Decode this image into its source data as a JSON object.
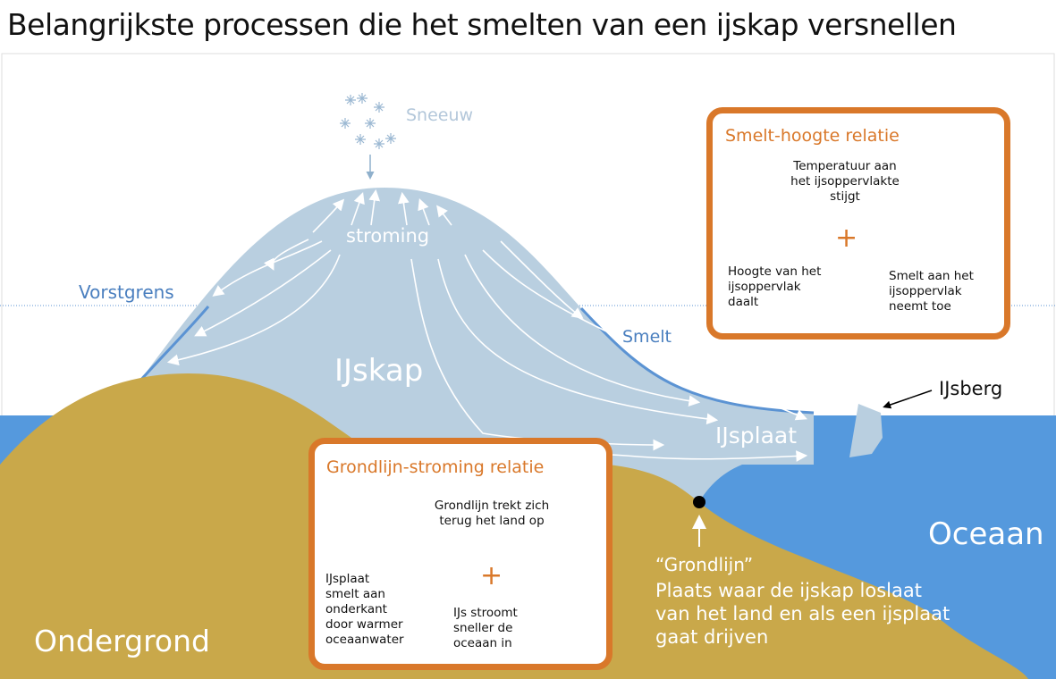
{
  "title": "Belangrijkste processen die het smelten van een ijskap versnellen",
  "labels": {
    "snow": "Sneeuw",
    "flow": "stroming",
    "frost_line": "Vorstgrens",
    "melt": "Smelt",
    "ice_sheet": "IJskap",
    "ice_shelf": "IJsplaat",
    "iceberg": "IJsberg",
    "ocean": "Oceaan",
    "ground": "Ondergrond",
    "grounding_line": "“Grondlijn”",
    "grounding_desc": [
      "Plaats waar de ijskap loslaat",
      "van het land en als een ijsplaat",
      "gaat drijven"
    ]
  },
  "melt_height_box": {
    "title": "Smelt-hoogte  relatie",
    "top": [
      "Temperatuur aan",
      "het ijsoppervlakte",
      "stijgt"
    ],
    "right": [
      "Smelt aan het",
      "ijsoppervlak",
      "neemt toe"
    ],
    "left": [
      "Hoogte van het",
      "ijsoppervlak",
      "daalt"
    ],
    "sign": "+"
  },
  "grounding_flow_box": {
    "title": "Grondlijn-stroming  relatie",
    "top": [
      "Grondlijn trekt zich",
      "terug het land op"
    ],
    "right": [
      "IJs stroomt",
      "sneller de",
      "oceaan in"
    ],
    "left": [
      "IJsplaat",
      "smelt aan",
      "onderkant",
      "door warmer",
      "oceaanwater"
    ],
    "sign": "+"
  },
  "colors": {
    "ice": "#b9cfe0",
    "ocean": "#5599dd",
    "ground": "#c9a84a",
    "accent": "#d9782a",
    "line": "#5b93d3"
  }
}
